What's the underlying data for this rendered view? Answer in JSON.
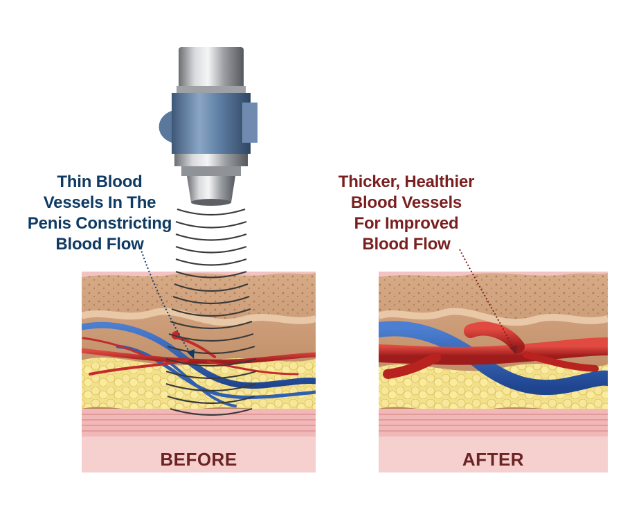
{
  "before": {
    "annotation": [
      "Thin Blood",
      "Vessels In The",
      "Penis Constricting",
      "Blood Flow"
    ],
    "caption": "BEFORE"
  },
  "after": {
    "annotation": [
      "Thicker, Healthier",
      "Blood Vessels",
      "For Improved",
      "Blood Flow"
    ],
    "caption": "AFTER"
  },
  "colors": {
    "before_text": "#0f3a63",
    "after_text": "#7a1f1f",
    "caption_text": "#6b2323",
    "artery": "#c42a2a",
    "vein": "#2f5fb3",
    "skin_pink": "#f3c3c3",
    "tissue_tan": "#c99a76",
    "fat_yellow": "#f1de7c"
  }
}
